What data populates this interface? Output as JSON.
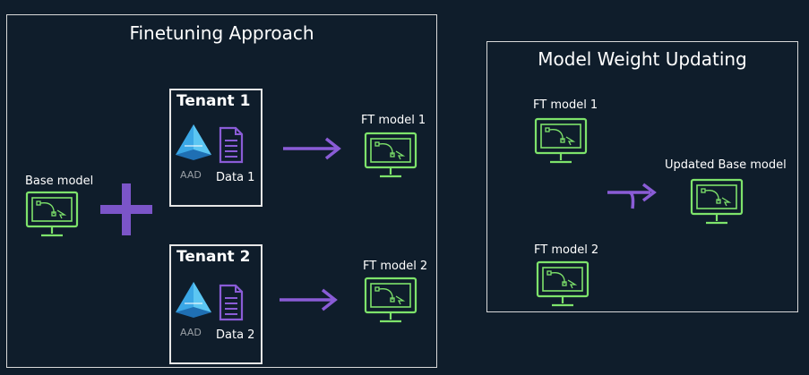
{
  "finetuning": {
    "title": "Finetuning Approach",
    "base_model_label": "Base model",
    "tenants": [
      {
        "title": "Tenant 1",
        "aad_label": "AAD",
        "data_label": "Data 1",
        "output_label": "FT model 1"
      },
      {
        "title": "Tenant 2",
        "aad_label": "AAD",
        "data_label": "Data 2",
        "output_label": "FT model 2"
      }
    ]
  },
  "weight_updating": {
    "title": "Model Weight Updating",
    "inputs": [
      "FT model 1",
      "FT model 2"
    ],
    "output_label": "Updated Base model"
  },
  "colors": {
    "background": "#0f1d2b",
    "monitor_green": "#7ee36b",
    "accent_purple": "#7b55c8",
    "aad_blue": "#3aa7e6"
  },
  "icons": {
    "monitor": "model-monitor-icon",
    "aad": "aad-pyramid-icon",
    "data": "document-icon",
    "plus": "plus-icon",
    "arrow": "arrow-right-icon",
    "merge_arrow": "merge-arrow-icon"
  }
}
